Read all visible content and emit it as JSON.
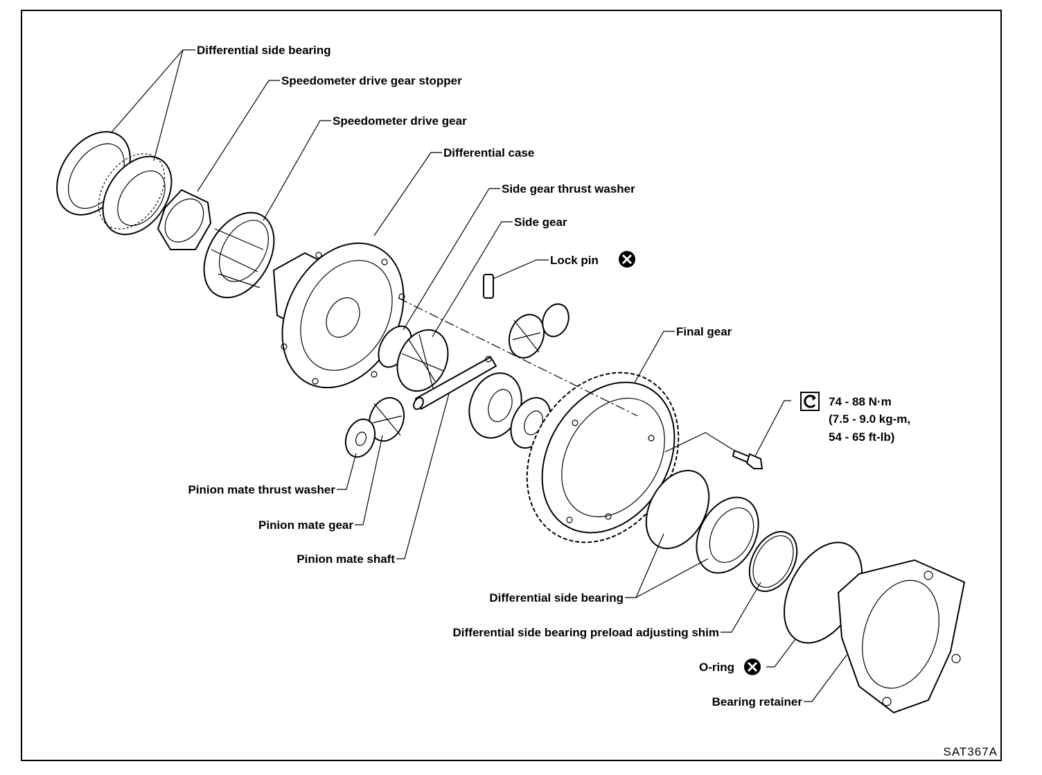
{
  "labels": {
    "diff_side_bearing_top": "Differential side bearing",
    "speedo_stopper": "Speedometer drive gear stopper",
    "speedo_gear": "Speedometer drive gear",
    "diff_case": "Differential case",
    "side_gear_washer": "Side gear thrust washer",
    "side_gear": "Side gear",
    "lock_pin": "Lock pin",
    "final_gear": "Final gear",
    "pinion_washer": "Pinion mate thrust washer",
    "pinion_gear": "Pinion mate gear",
    "pinion_shaft": "Pinion mate shaft",
    "diff_side_bearing_bottom": "Differential side bearing",
    "preload_shim": "Differential side bearing preload adjusting shim",
    "o_ring": "O-ring",
    "bearing_retainer": "Bearing retainer"
  },
  "torque": {
    "line1": "74 - 88 N·m",
    "line2": "(7.5 - 9.0 kg-m,",
    "line3": "54 - 65 ft-lb)"
  },
  "figure_code": "SAT367A",
  "icons": {
    "replace_symbol": "circle-x-icon",
    "torque_symbol": "torque-wrench-icon"
  }
}
